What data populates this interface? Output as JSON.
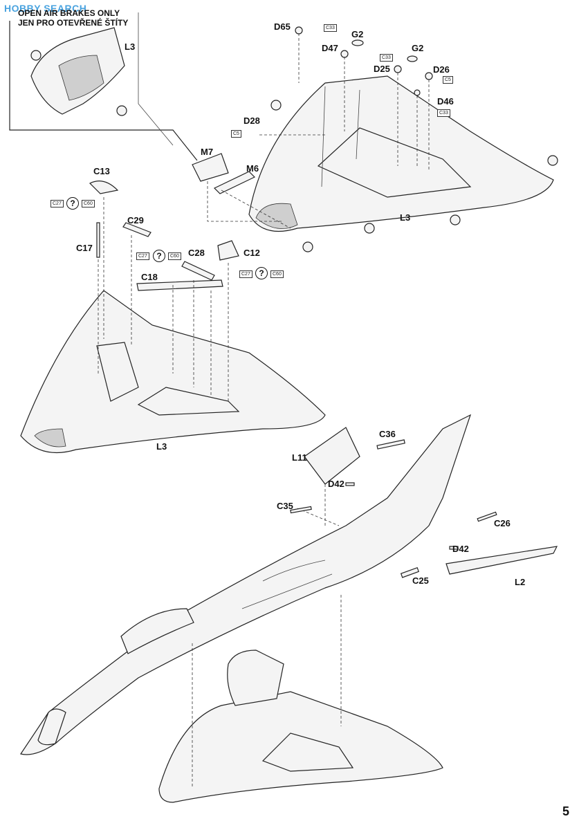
{
  "watermark": "HOBBY SEARCH",
  "header": {
    "line1": "OPEN AIR BRAKES ONLY",
    "line2": "JEN PRO OTEVŘENÉ ŠTÍTY"
  },
  "page_number": "5",
  "labels": {
    "L3_inset": "L3",
    "D65": "D65",
    "D47": "D47",
    "G2a": "G2",
    "G2b": "G2",
    "D25": "D25",
    "D26": "D26",
    "D46": "D46",
    "D28": "D28",
    "M7": "M7",
    "M6": "M6",
    "L3_top": "L3",
    "C13": "C13",
    "C29": "C29",
    "C17": "C17",
    "C28": "C28",
    "C12": "C12",
    "C18": "C18",
    "L3_mid": "L3",
    "C36": "C36",
    "L11": "L11",
    "D42a": "D42",
    "C35": "C35",
    "C26": "C26",
    "D42b": "D42",
    "C25": "C25",
    "L2": "L2"
  },
  "paint_boxes": {
    "c33_a": "C33",
    "c33_b": "C33",
    "c5_a": "C5",
    "c33_c": "C33",
    "c5_b": "C5",
    "c27_a": "C27",
    "c60_a": "C60",
    "c27_b": "C27",
    "c60_b": "C60",
    "c27_c": "C27",
    "c60_c": "C60"
  },
  "question_mark": "?"
}
